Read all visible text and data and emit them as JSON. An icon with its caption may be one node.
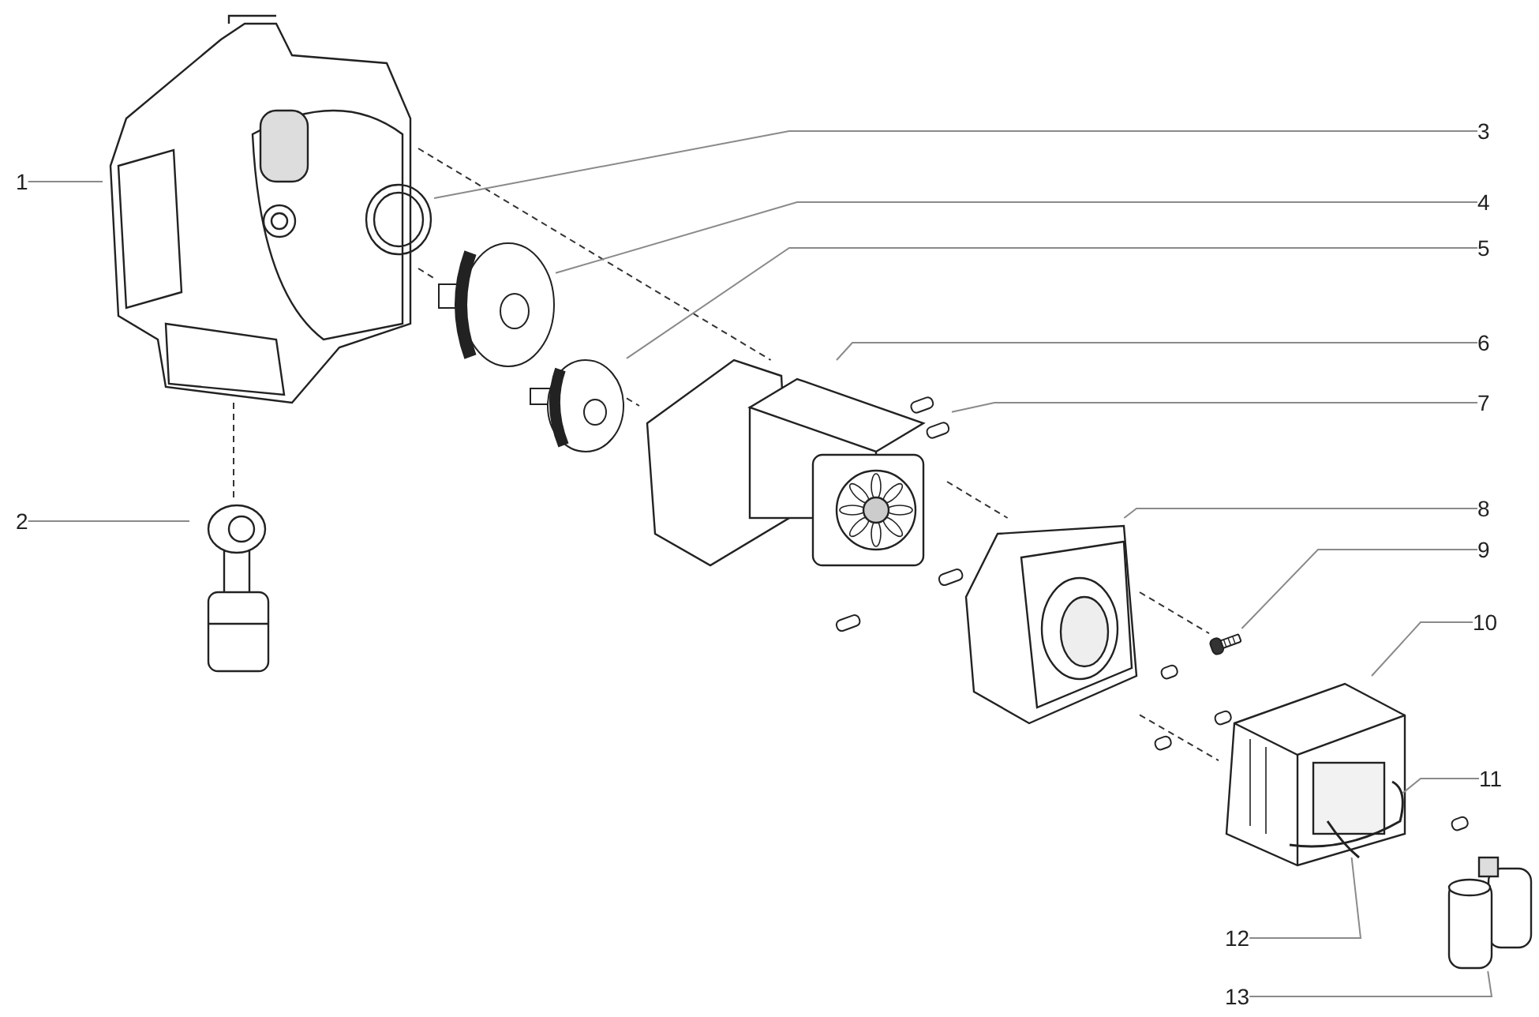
{
  "diagram": {
    "nodes": [
      {
        "text": [
          "1"
        ]
      },
      {
        "text": [
          "2"
        ]
      },
      {
        "text": [
          "3"
        ]
      },
      {
        "text": [
          "4"
        ]
      },
      {
        "text": [
          "5"
        ]
      },
      {
        "text": [
          "6"
        ]
      },
      {
        "text": [
          "7"
        ]
      },
      {
        "text": [
          "8"
        ]
      },
      {
        "text": [
          "9"
        ]
      },
      {
        "text": [
          "10"
        ]
      },
      {
        "text": [
          "11"
        ]
      },
      {
        "text": [
          "12"
        ]
      },
      {
        "text": [
          "13"
        ]
      },
      {
        "text": [],
        "shape": "picture"
      },
      {
        "text": [],
        "shape": "picture"
      },
      {
        "text": [],
        "shape": "picture"
      },
      {
        "text": [],
        "shape": "picture"
      },
      {
        "text": [],
        "shape": "picture"
      },
      {
        "text": [],
        "shape": "picture"
      },
      {
        "text": [],
        "shape": "picture"
      },
      {
        "text": [],
        "shape": "picture"
      },
      {
        "text": [],
        "shape": "picture"
      },
      {
        "text": [],
        "shape": "picture"
      },
      {
        "text": [],
        "shape": "picture",
        "in": 22
      },
      {
        "text": [],
        "shape": "picture",
        "in": 22
      },
      {
        "text": [],
        "shape": "picture"
      }
    ],
    "edges": [
      {
        "from": 0,
        "to": 13,
        "arrow": "none"
      },
      {
        "from": 1,
        "to": 14,
        "arrow": "none"
      },
      {
        "from": 2,
        "to": 15,
        "arrow": "none"
      },
      {
        "from": 3,
        "to": 16,
        "arrow": "none"
      },
      {
        "from": 4,
        "to": 17,
        "arrow": "none"
      },
      {
        "from": 5,
        "to": 18,
        "arrow": "none"
      },
      {
        "from": 6,
        "to": 19,
        "arrow": "none"
      },
      {
        "from": 7,
        "to": 20,
        "arrow": "none"
      },
      {
        "from": 8,
        "to": 21,
        "arrow": "none"
      },
      {
        "from": 9,
        "to": 22,
        "arrow": "none"
      },
      {
        "from": 10,
        "to": 23,
        "arrow": "none"
      },
      {
        "from": 11,
        "to": 24,
        "arrow": "none"
      },
      {
        "from": 12,
        "to": 25,
        "arrow": "none"
      },
      {
        "from": 13,
        "to": 14,
        "arrow": "none",
        "style": "dashed",
        "color": "#333333"
      },
      {
        "from": 13,
        "to": 18,
        "arrow": "none",
        "style": "dashed",
        "color": "#333333"
      },
      {
        "from": 13,
        "to": 16,
        "arrow": "none",
        "style": "dashed",
        "color": "#333333"
      },
      {
        "from": 17,
        "to": 18,
        "arrow": "none",
        "style": "dashed",
        "color": "#333333"
      },
      {
        "from": 20,
        "to": 22,
        "arrow": "none",
        "style": "dashed",
        "color": "#333333"
      },
      {
        "from": 18,
        "to": 20,
        "arrow": "none",
        "style": "dashed",
        "color": "#333333"
      },
      {
        "from": 20,
        "to": 21,
        "arrow": "none",
        "style": "dashed",
        "color": "#333333"
      }
    ]
  }
}
